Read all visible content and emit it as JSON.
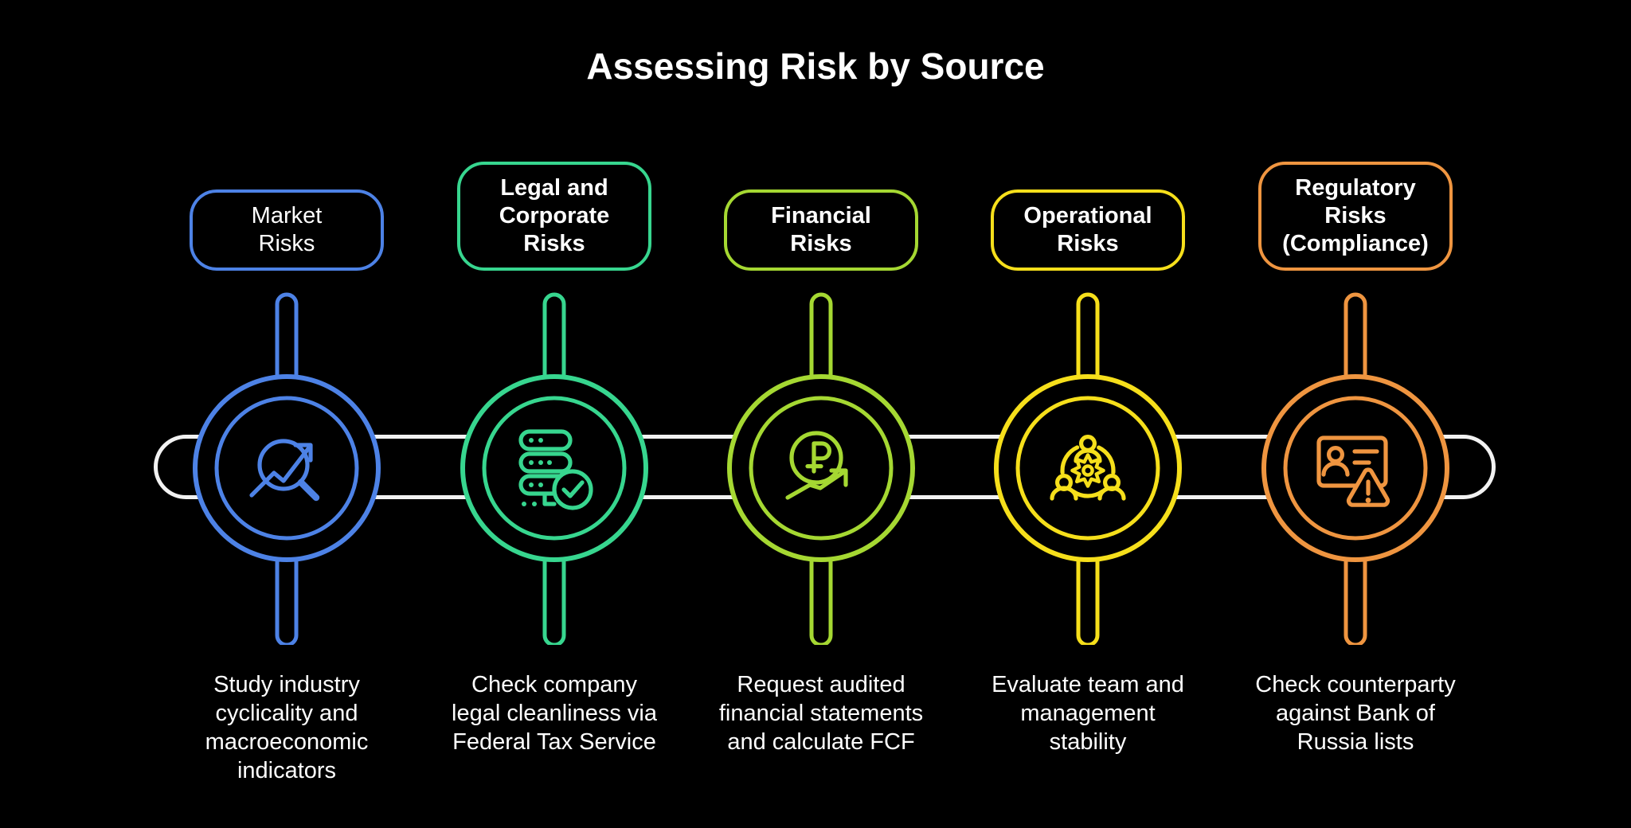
{
  "title": "Assessing Risk by Source",
  "background": "#000000",
  "track_color": "#f2f2f2",
  "text_color": "#ffffff",
  "columns": [
    {
      "id": "market-risks",
      "label": "Market\nRisks",
      "label_weight": "regular",
      "color": "#4d82e6",
      "icon": "market-analysis-icon",
      "description": "Study industry\ncyclicality and\nmacroeconomic\nindicators"
    },
    {
      "id": "legal-corporate-risks",
      "label": "Legal and\nCorporate\nRisks",
      "label_weight": "bold",
      "color": "#37d68f",
      "icon": "database-check-icon",
      "description": "Check company\nlegal cleanliness via\nFederal Tax Service"
    },
    {
      "id": "financial-risks",
      "label": "Financial\nRisks",
      "label_weight": "bold",
      "color": "#a5d832",
      "icon": "ruble-growth-icon",
      "description": "Request audited\nfinancial statements\nand calculate FCF"
    },
    {
      "id": "operational-risks",
      "label": "Operational\nRisks",
      "label_weight": "bold",
      "color": "#f6df1b",
      "icon": "team-gear-icon",
      "description": "Evaluate team and\nmanagement\nstability"
    },
    {
      "id": "regulatory-risks",
      "label": "Regulatory\nRisks\n(Compliance)",
      "label_weight": "bold",
      "color": "#ef9540",
      "icon": "id-card-warning-icon",
      "description": "Check counterparty\nagainst Bank of\nRussia lists"
    }
  ]
}
